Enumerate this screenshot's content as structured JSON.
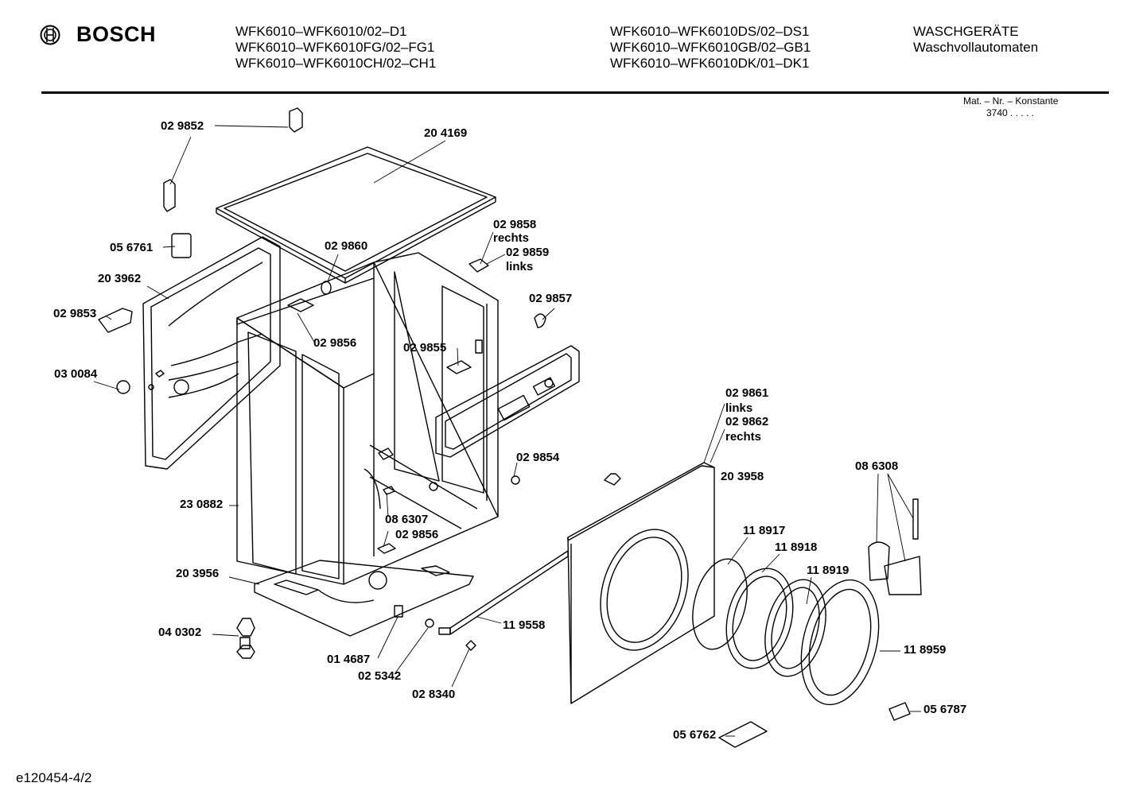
{
  "header": {
    "brand": "BOSCH",
    "models_col1": [
      "WFK6010–WFK6010/02–D1",
      "WFK6010–WFK6010FG/02–FG1",
      "WFK6010–WFK6010CH/02–CH1"
    ],
    "models_col2": [
      "WFK6010–WFK6010DS/02–DS1",
      "WFK6010–WFK6010GB/02–GB1",
      "WFK6010–WFK6010DK/01–DK1"
    ],
    "category": [
      "WASCHGERÄTE",
      "Waschvollautomaten"
    ],
    "constant_label": "Mat. – Nr. – Konstante",
    "constant_value": "3740  .  .  .  .  ."
  },
  "parts": {
    "p029852": "02 9852",
    "p204169": "20 4169",
    "p056761": "05 6761",
    "p029860": "02 9860",
    "p029858": "02 9858",
    "rechts1": "rechts",
    "p029859": "02 9859",
    "links1": "links",
    "p203962": "20 3962",
    "p029857": "02 9857",
    "p029853": "02 9853",
    "p029856a": "02 9856",
    "p029855": "02 9855",
    "p030084": "03 0084",
    "p029861": "02 9861",
    "links2": "links",
    "p029862": "02 9862",
    "rechts2": "rechts",
    "p029854": "02 9854",
    "p203958": "20 3958",
    "p086308": "08 6308",
    "p230882": "23 0882",
    "p086307": "08 6307",
    "p029856b": "02 9856",
    "p118917": "11 8917",
    "p118918": "11 8918",
    "p118919": "11 8919",
    "p203956": "20 3956",
    "p119558": "11 9558",
    "p040302": "04 0302",
    "p014687": "01 4687",
    "p025342": "02 5342",
    "p028340": "02 8340",
    "p118959": "11 8959",
    "p056787": "05 6787",
    "p056762": "05 6762"
  },
  "footer": {
    "code": "e120454-4/2"
  }
}
